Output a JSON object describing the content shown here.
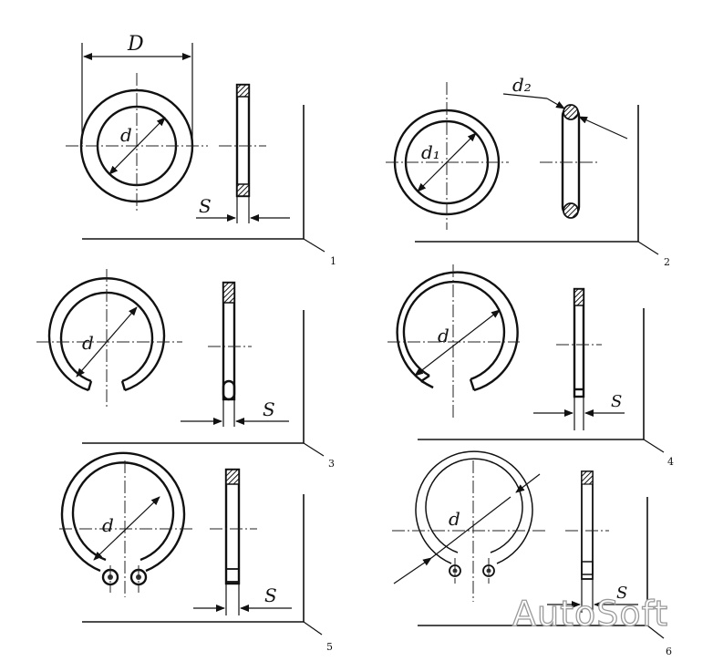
{
  "labels": {
    "D": "D",
    "d": "d",
    "d1": "d₁",
    "d2": "d₂",
    "S": "S"
  },
  "figures": [
    "1",
    "2",
    "3",
    "4",
    "5",
    "6"
  ],
  "watermark": "AutoSoft"
}
